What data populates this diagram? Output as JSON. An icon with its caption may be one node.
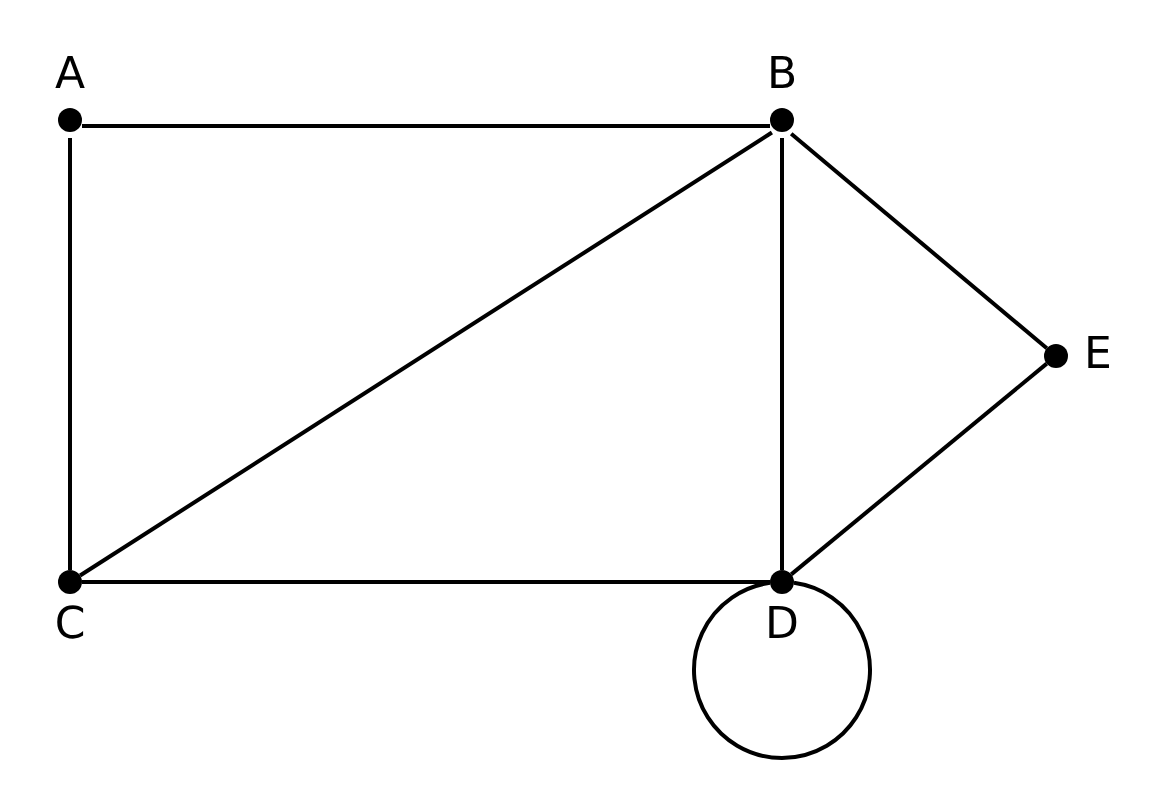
{
  "diagram": {
    "nodes": [
      {
        "text": [
          "A"
        ]
      },
      {
        "text": [
          "B"
        ]
      },
      {
        "text": [
          "C"
        ]
      },
      {
        "text": [
          "D"
        ]
      },
      {
        "text": [
          "E"
        ]
      }
    ],
    "edges": [
      {
        "from": 0,
        "to": 1,
        "arrow": "none"
      },
      {
        "from": 0,
        "to": 2,
        "arrow": "none"
      },
      {
        "from": 1,
        "to": 2,
        "arrow": "none"
      },
      {
        "from": 1,
        "to": 3,
        "arrow": "none"
      },
      {
        "from": 1,
        "to": 4,
        "arrow": "none"
      },
      {
        "from": 2,
        "to": 3,
        "arrow": "none"
      },
      {
        "from": 4,
        "to": 3,
        "arrow": "none"
      },
      {
        "from": 3,
        "to": 3,
        "arrow": "none"
      }
    ]
  }
}
